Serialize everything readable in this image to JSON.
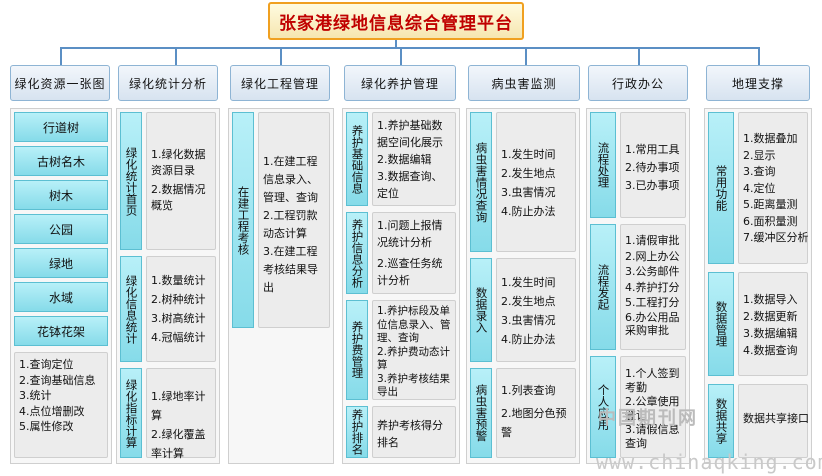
{
  "title": "张家港绿地信息综合管理平台",
  "columns": [
    {
      "header": "绿化资源一张图"
    },
    {
      "header": "绿化统计分析"
    },
    {
      "header": "绿化工程管理"
    },
    {
      "header": "绿化养护管理"
    },
    {
      "header": "病虫害监测"
    },
    {
      "header": "行政办公"
    },
    {
      "header": "地理支撑"
    }
  ],
  "col1": {
    "items": [
      "行道树",
      "古树名木",
      "树木",
      "公园",
      "绿地",
      "水域",
      "花钵花架"
    ],
    "functions": [
      "1.查询定位",
      "2.查询基础信息",
      "3.统计",
      "4.点位增删改",
      "5.属性修改"
    ]
  },
  "col2": {
    "groups": [
      {
        "label": "绿化统计首页",
        "items": [
          "1.绿化数据资源目录",
          "2.数据情况概览"
        ]
      },
      {
        "label": "绿化信息统计",
        "items": [
          "1.数量统计",
          "2.树种统计",
          "3.树高统计",
          "4.冠幅统计"
        ]
      },
      {
        "label": "绿化指标计算",
        "items": [
          "1.绿地率计算",
          "2.绿化覆盖率计算"
        ]
      }
    ]
  },
  "col3": {
    "label": "在建工程考核",
    "items": [
      "1.在建工程信息录入、管理、查询",
      "2.工程罚款动态计算",
      "3.在建工程考核结果导出"
    ]
  },
  "col4": {
    "groups": [
      {
        "label": "养护基础信息",
        "items": [
          "1.养护基础数据空间化展示",
          "2.数据编辑",
          "3.数据查询、定位"
        ]
      },
      {
        "label": "养护信息分析",
        "items": [
          "1.问题上报情况统计分析",
          "2.巡查任务统计分析"
        ]
      },
      {
        "label": "养护费管理",
        "items": [
          "1.养护标段及单位信息录入、管理、查询",
          "2.养护费动态计算",
          "3.养护考核结果导出"
        ]
      },
      {
        "label": "养护排名",
        "items": [
          "养护考核得分排名"
        ]
      }
    ]
  },
  "col5": {
    "groups": [
      {
        "label": "病虫害情况查询",
        "items": [
          "1.发生时间",
          "2.发生地点",
          "3.虫害情况",
          "4.防止办法"
        ]
      },
      {
        "label": "数据录入",
        "items": [
          "1.发生时间",
          "2.发生地点",
          "3.虫害情况",
          "4.防止办法"
        ]
      },
      {
        "label": "病虫害预警",
        "items": [
          "1.列表查询",
          "2.地图分色预警"
        ]
      }
    ]
  },
  "col6": {
    "groups": [
      {
        "label": "流程处理",
        "items": [
          "1.常用工具",
          "2.待办事项",
          "3.已办事项"
        ]
      },
      {
        "label": "流程发起",
        "items": [
          "1.请假审批",
          "2.网上办公",
          "3.公务邮件",
          "4.养护打分",
          "5.工程打分",
          "6.办公用品采购审批"
        ]
      },
      {
        "label": "个人应用",
        "items": [
          "1.个人签到考勤",
          "2.公章使用登记",
          "3.请假信息查询"
        ]
      }
    ]
  },
  "col7": {
    "groups": [
      {
        "label": "常用功能",
        "items": [
          "1.数据叠加",
          "2.显示",
          "3.查询",
          "4.定位",
          "5.距离量测",
          "6.面积量测",
          "7.缓冲区分析"
        ]
      },
      {
        "label": "数据管理",
        "items": [
          "1.数据导入",
          "2.数据更新",
          "3.数据编辑",
          "4.数据查询"
        ]
      },
      {
        "label": "数据共享",
        "items": [
          "数据共享接口"
        ]
      }
    ]
  },
  "watermark": {
    "cn": "中国期刊网",
    "url": "www.chinaqking.com"
  }
}
